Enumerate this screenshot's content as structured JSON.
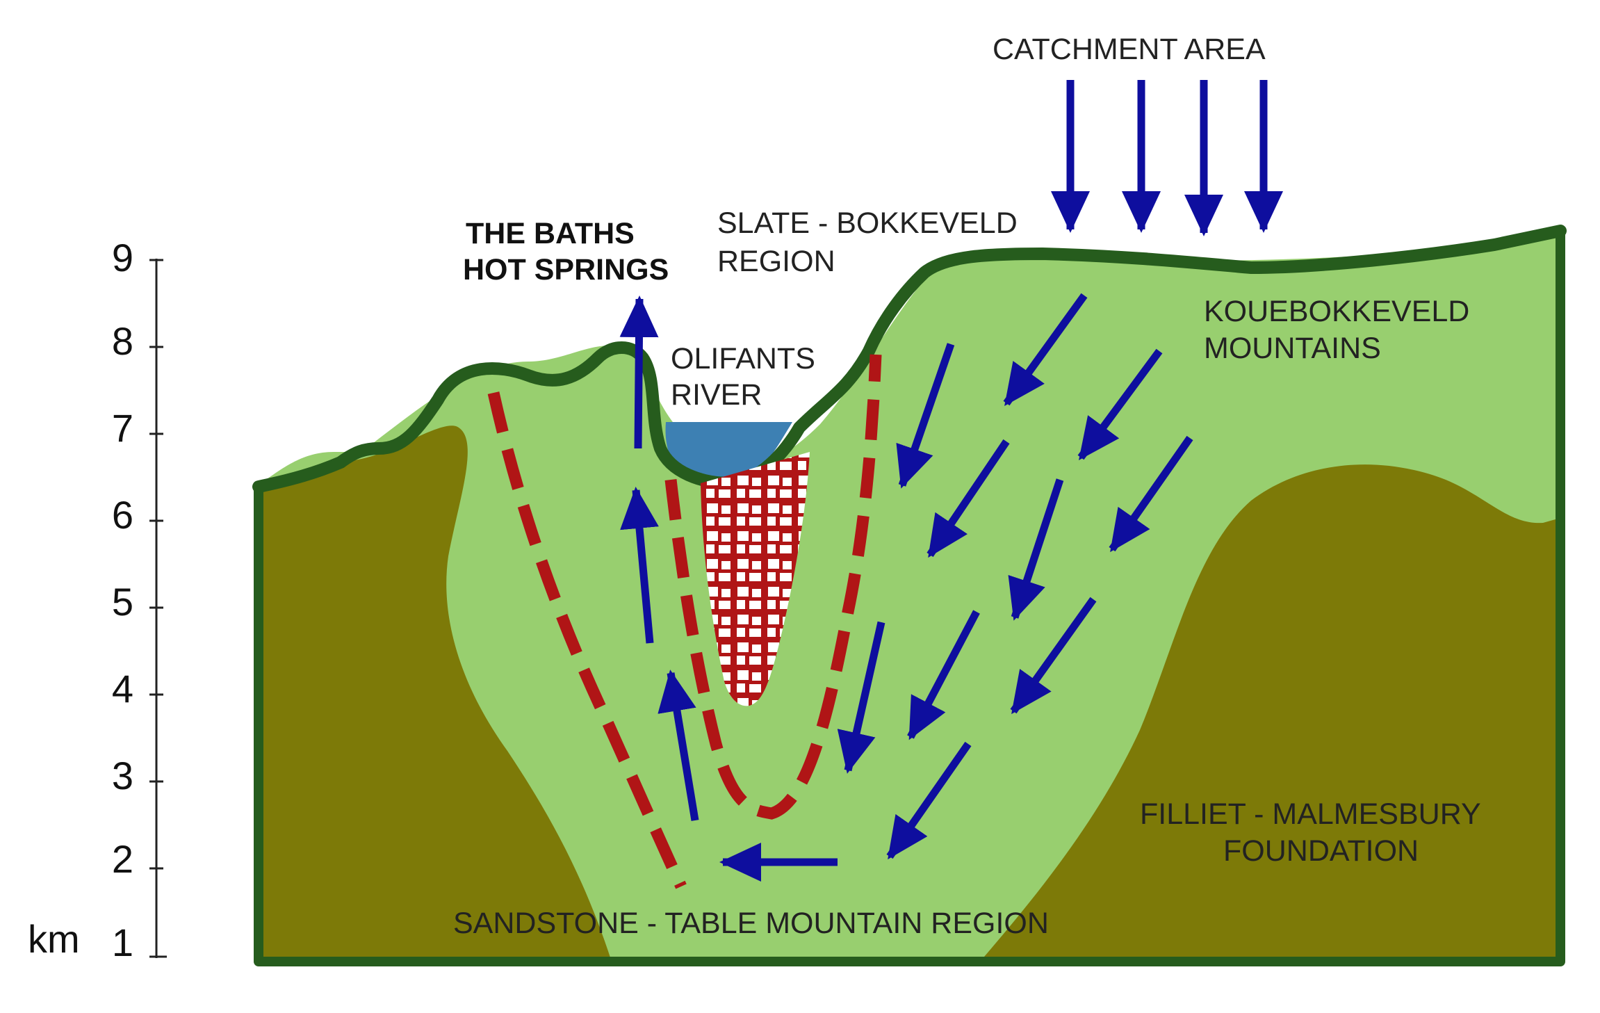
{
  "labels": {
    "catchment": "CATCHMENT AREA",
    "baths_line1": "THE BATHS",
    "baths_line2": "HOT SPRINGS",
    "slate_line1": "SLATE - BOKKEVELD",
    "slate_line2": "REGION",
    "olifants_line1": "OLIFANTS",
    "olifants_line2": "RIVER",
    "koue_line1": "KOUEBOKKEVELD",
    "koue_line2": "MOUNTAINS",
    "filliet_line1": "FILLIET - MALMESBURY",
    "filliet_line2": "FOUNDATION",
    "sandstone": "SANDSTONE - TABLE MOUNTAIN REGION"
  },
  "axis": {
    "unit": "km",
    "ticks": [
      "9",
      "8",
      "7",
      "6",
      "5",
      "4",
      "3",
      "2",
      "1"
    ]
  },
  "colors": {
    "sandstone": "#98cf6f",
    "foundation": "#7d7a08",
    "surface_line": "#265c1d",
    "river": "#3d80b3",
    "fault": "#b01516",
    "arrow": "#0e0e9e"
  }
}
